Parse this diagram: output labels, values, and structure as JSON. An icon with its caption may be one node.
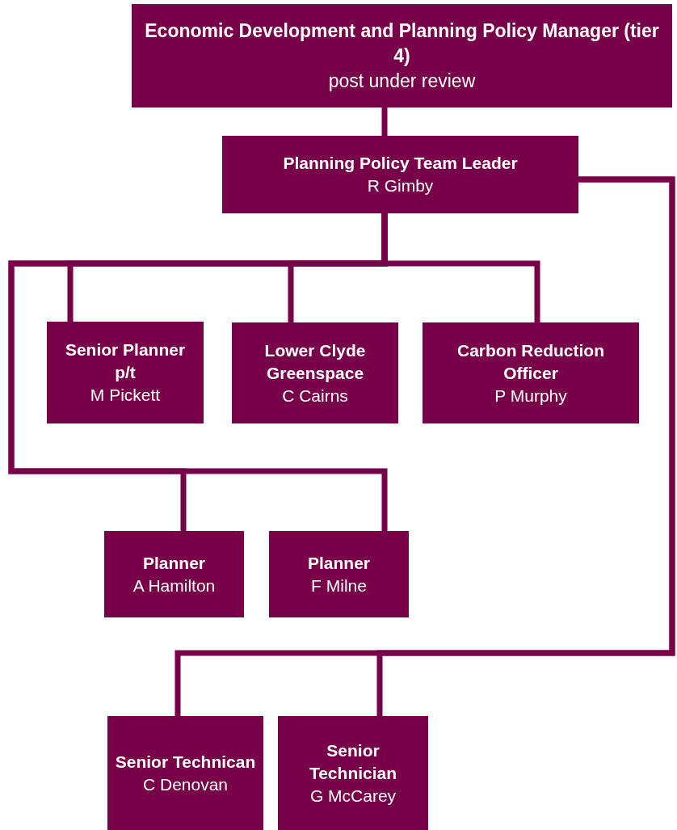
{
  "diagram": {
    "nodes": [
      {
        "text": [
          "Economic Development and Planning Policy Manager (tier 4)",
          "post under review"
        ]
      },
      {
        "text": [
          "Planning Policy Team Leader",
          "R Gimby"
        ]
      },
      {
        "text": [
          "Senior Planner p/t",
          "M Pickett"
        ]
      },
      {
        "text": [
          "Lower Clyde Greenspace",
          "C Cairns"
        ]
      },
      {
        "text": [
          "Carbon Reduction Officer",
          "P Murphy"
        ]
      },
      {
        "text": [
          "Planner",
          "A Hamilton"
        ]
      },
      {
        "text": [
          "Planner",
          "F Milne"
        ]
      },
      {
        "text": [
          "Senior Technican",
          "C Denovan"
        ]
      },
      {
        "text": [
          "Senior Technician",
          "G McCarey"
        ]
      }
    ],
    "edges": [
      {
        "from": 0,
        "to": 1,
        "arrow": "none"
      },
      {
        "from": 1,
        "to": 2,
        "arrow": "none"
      },
      {
        "from": 1,
        "to": 3,
        "arrow": "none"
      },
      {
        "from": 1,
        "to": 4,
        "arrow": "none"
      },
      {
        "from": 1,
        "to": 5,
        "arrow": "none"
      },
      {
        "from": 1,
        "to": 6,
        "arrow": "none"
      },
      {
        "from": 1,
        "to": 7,
        "arrow": "none"
      },
      {
        "from": 1,
        "to": 8,
        "arrow": "none"
      }
    ]
  }
}
